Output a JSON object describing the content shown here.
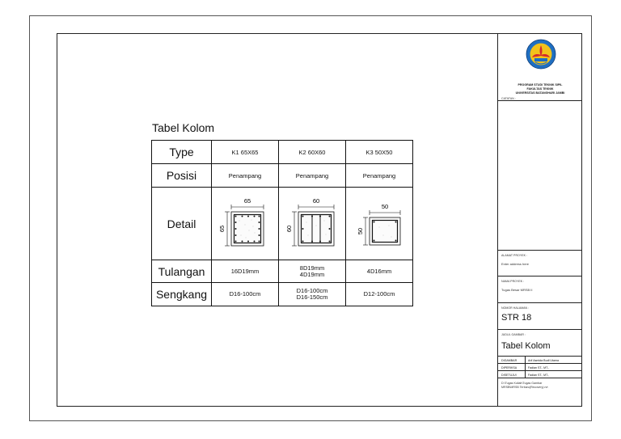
{
  "table": {
    "title": "Tabel Kolom",
    "row_headers": [
      "Type",
      "Posisi",
      "Detail",
      "Tulangan",
      "Sengkang"
    ],
    "columns": [
      {
        "type": "K1 65X65",
        "posisi": "Penampang",
        "dim_w": "65",
        "dim_h": "65",
        "tulangan": [
          "16D19mm"
        ],
        "sengkang": [
          "D16-100cm"
        ]
      },
      {
        "type": "K2 60X60",
        "posisi": "Penampang",
        "dim_w": "60",
        "dim_h": "60",
        "tulangan": [
          "8D19mm",
          "4D19mm"
        ],
        "sengkang": [
          "D16-100cm",
          "D16-150cm"
        ]
      },
      {
        "type": "K3 50X50",
        "posisi": "Penampang",
        "dim_w": "50",
        "dim_h": "50",
        "tulangan": [
          "4D16mm"
        ],
        "sengkang": [
          "D12-100cm"
        ]
      }
    ]
  },
  "titleblock": {
    "institution": [
      "PROGRAM STUDI TEKNIK SIPIL",
      "FAKULTAS TEKNIK",
      "UNIVERSITAS BATANGHARI JAMBI"
    ],
    "catatan_label": "CATATAN :",
    "alamat_label": "ALAMAT PROYEK :",
    "alamat_value": "Enter address here",
    "nama_label": "NAMA PROYEK :",
    "nama_value": "Tugas Besar MRSB II",
    "nomor_label": "NOMOR HALAMAN :",
    "nomor_value": "STR 18",
    "judul_label": "JUDUL GAMBAR :",
    "judul_value": "Tabel Kolom",
    "signatures": [
      {
        "role": "DIGAMBAR",
        "name": "Arif Asmida Budi Utama"
      },
      {
        "role": "DIPERIKSA",
        "name": "Fadian ST., MT.,"
      },
      {
        "role": "DISETUJUI",
        "name": "Fadian ST., MT.,"
      }
    ],
    "file_path": [
      "D:\\Tugas Kuliah\\Tugas Gambar",
      "MRSB\\MRSB Terbaru(Recovery).rvt"
    ]
  },
  "colors": {
    "line": "#111111",
    "logo_blue": "#1f6fc2",
    "logo_yellow": "#f2c21b",
    "logo_red": "#d42b2b"
  }
}
